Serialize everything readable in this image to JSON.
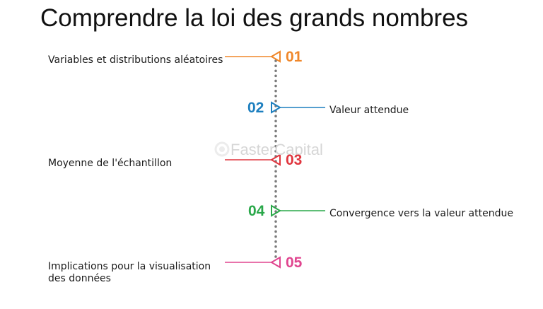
{
  "title": "Comprendre la loi des grands nombres",
  "watermark": "FasterCapital",
  "steps": [
    {
      "number": "01",
      "label": "Variables et distributions aléatoires",
      "color": "#f0872a"
    },
    {
      "number": "02",
      "label": "Valeur attendue",
      "color": "#1d7fbf"
    },
    {
      "number": "03",
      "label": "Moyenne de l'échantillon",
      "color": "#e0353e"
    },
    {
      "number": "04",
      "label": "Convergence vers la valeur attendue",
      "color": "#2aa84a"
    },
    {
      "number": "05",
      "label": "Implications pour la visualisation des données",
      "color": "#e0458f"
    }
  ],
  "timeline_color": "#7a7a7a"
}
